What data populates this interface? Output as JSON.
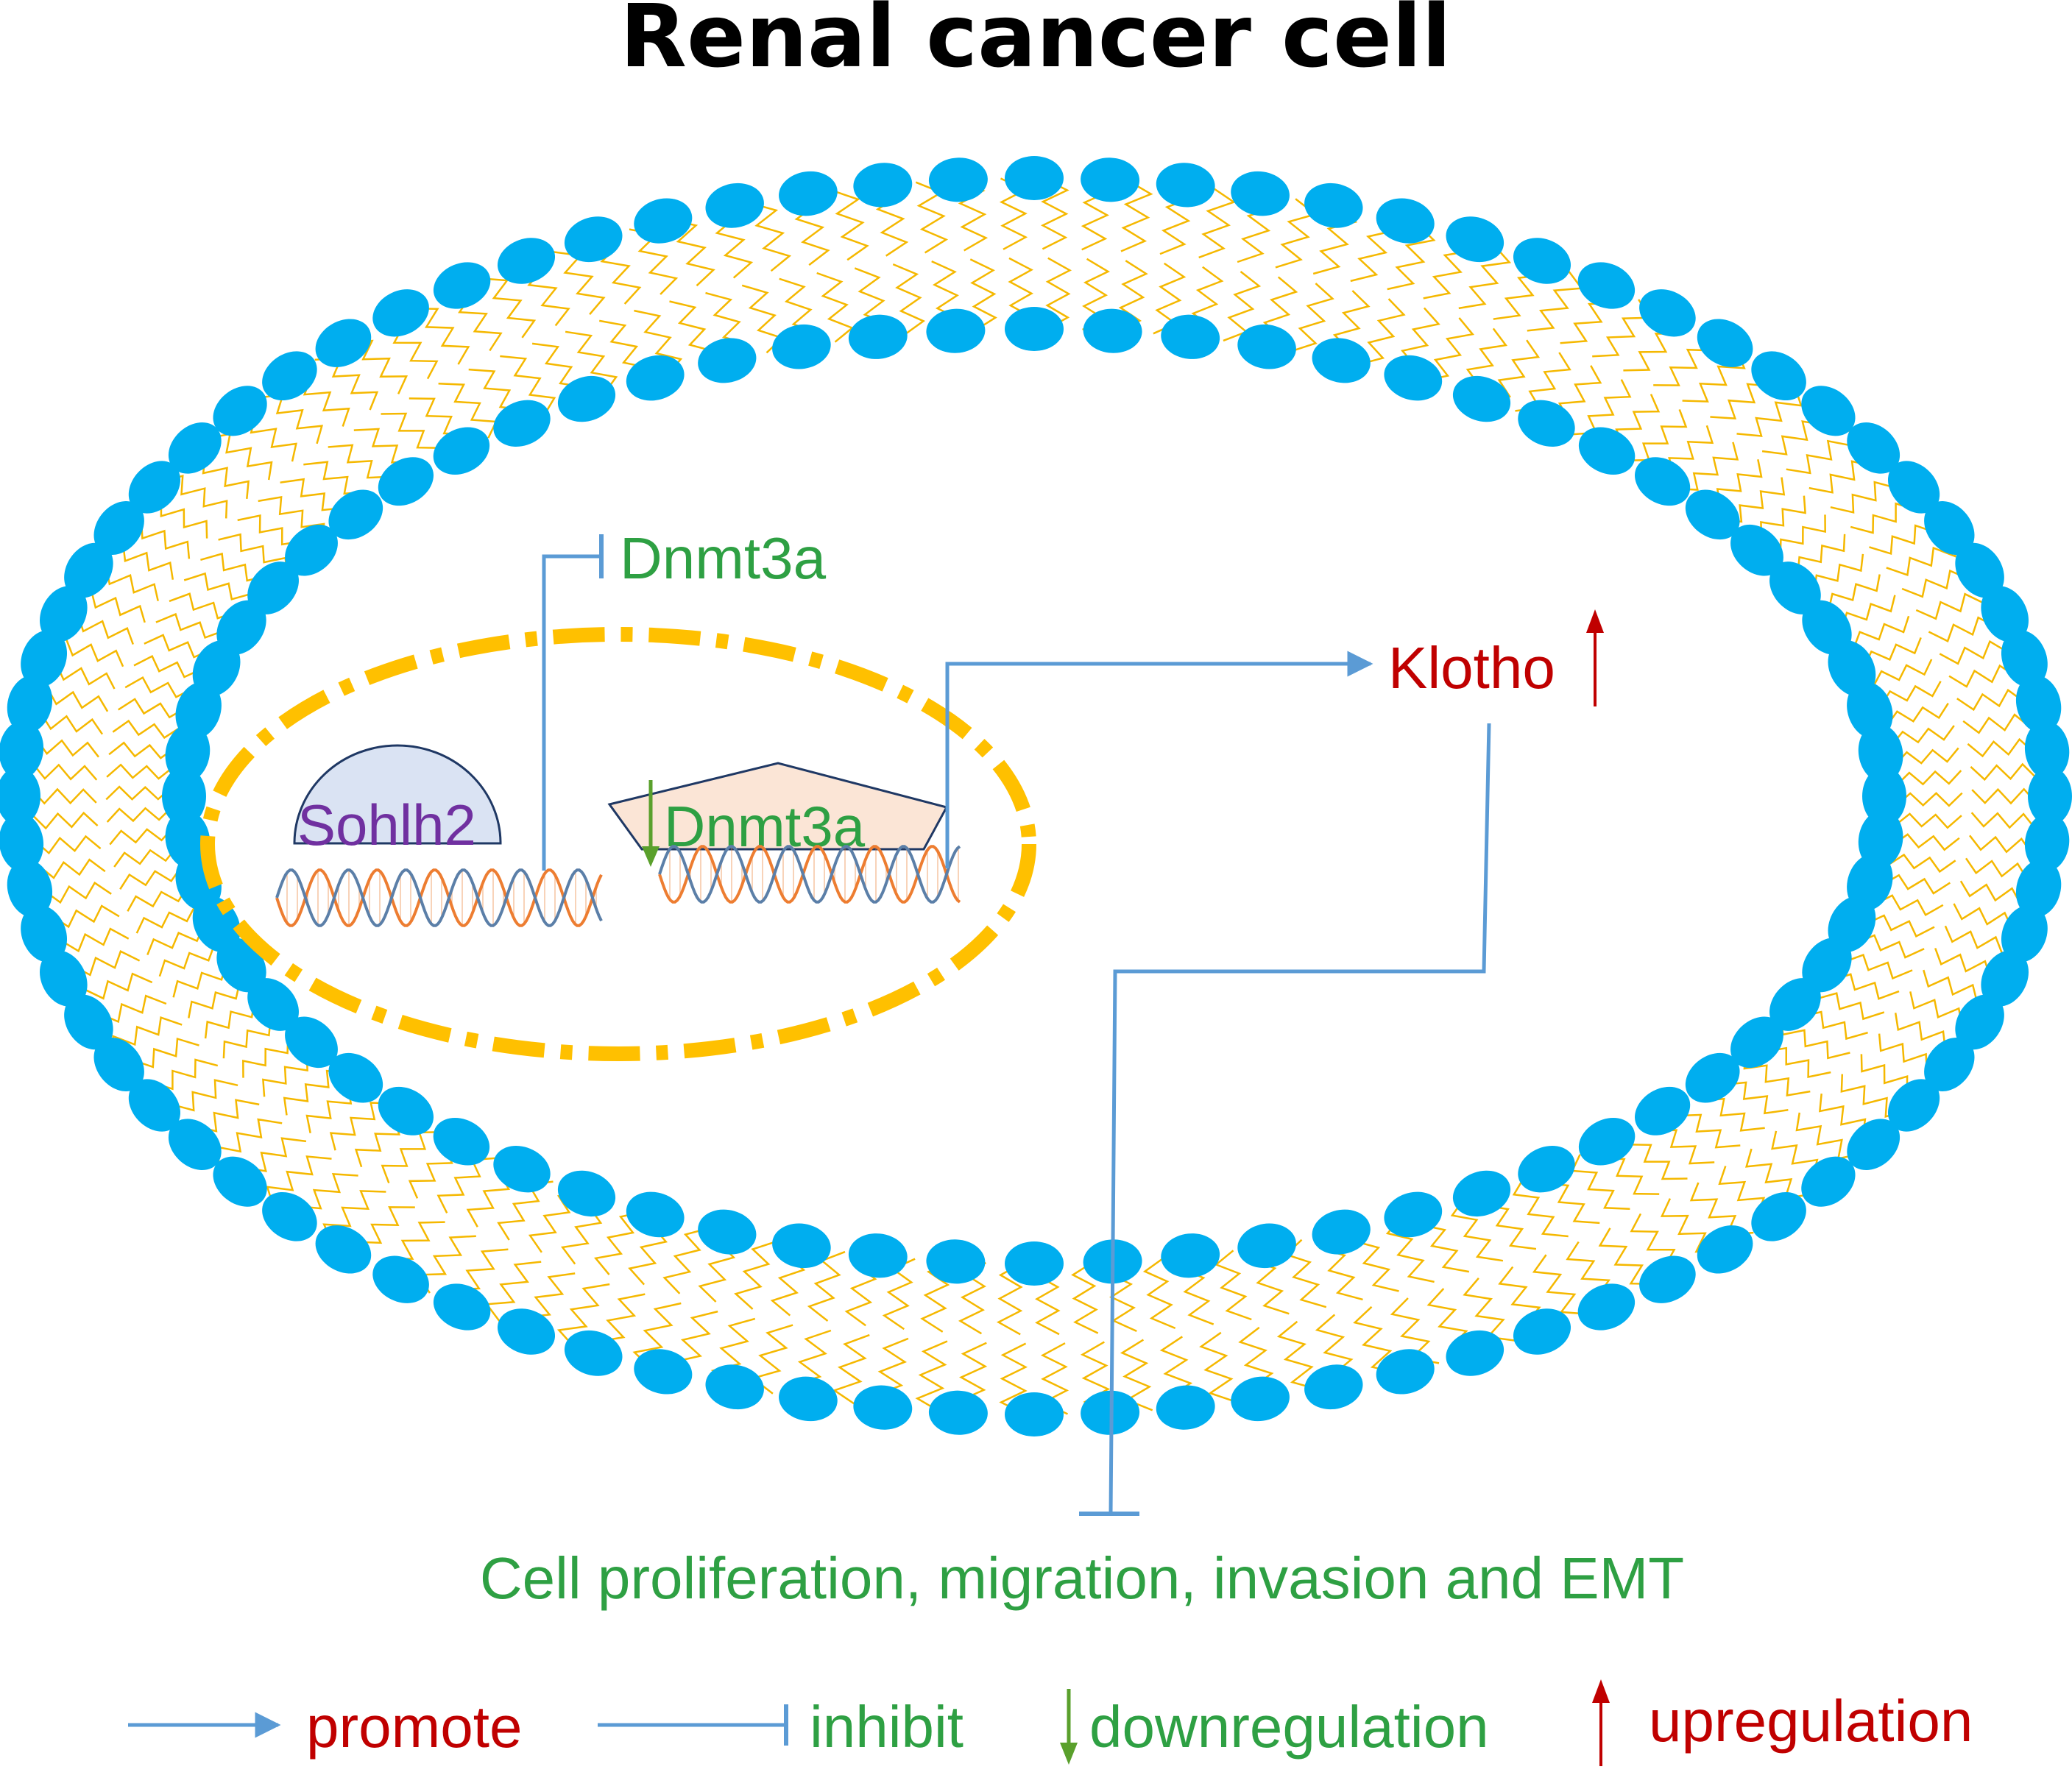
{
  "title": "Renal cancer cell",
  "labels": {
    "sohlh2": "Sohlh2",
    "dnmt3a_inhibited": "Dnmt3a",
    "dnmt3a_bound": "Dnmt3a",
    "klotho": "Klotho",
    "outcome": "Cell proliferation, migration, invasion and EMT"
  },
  "legend": {
    "promote": "promote",
    "inhibit": "inhibit",
    "downregulation": "downregulation",
    "upregulation": "upregulation"
  },
  "colors": {
    "membrane_head": "#00aeef",
    "lipid_tail": "#f5b800",
    "nucleus_border": "#ffc000",
    "arrow_line": "#5b9bd5",
    "green_text": "#2ea043",
    "down_arrow": "#5aa02c",
    "red_text": "#c00000",
    "purple_text": "#7030a0",
    "sohlh2_fill": "#dae3f3",
    "sohlh2_stroke": "#1f3864",
    "dnmt3a_fill": "#fbe5d6",
    "dna_orange": "#ed7d31",
    "dna_blue": "#5b7fa8"
  }
}
